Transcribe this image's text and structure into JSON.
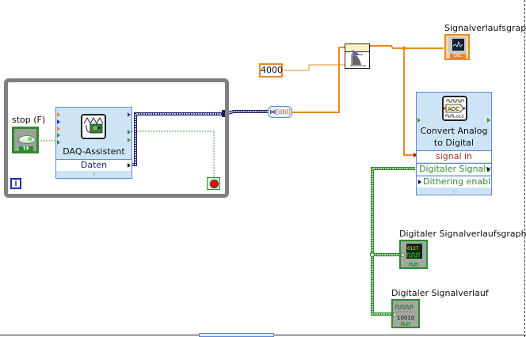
{
  "diagram": {
    "type": "LabVIEW block diagram",
    "while_loop": {
      "iteration_terminal": "i",
      "stop_terminal": "stop-condition"
    },
    "nodes": {
      "stop_control": {
        "label": "stop (F)",
        "type_badge": "TF"
      },
      "daq_assistant": {
        "title": "DAQ-Assistent",
        "output_row": "Daten"
      },
      "constant_4000": {
        "value": "4000"
      },
      "convert_dynamic": {
        "glyph": "≻⪪[dbl]"
      },
      "threshold_peak": {
        "kind": "express-analysis-icon"
      },
      "signal_graph": {
        "label": "Signalverlaufsgraph",
        "type_badge": "DBL"
      },
      "convert_a2d": {
        "title_line1": "Convert Analog",
        "title_line2": "to Digital",
        "icon_text": "ADC",
        "icon_bits": "010",
        "rows": [
          "signal in",
          "Digitaler Signalv",
          "Dithering enable"
        ]
      },
      "digital_graph": {
        "label": "Digitaler Signalverlaufsgraph",
        "icon_digits": "0127"
      },
      "digital_waveform": {
        "label": "Digitaler Signalverlauf",
        "icon_bits": "10010"
      }
    },
    "colors": {
      "dynamic_wire": "#1a1f6e",
      "double_wire": "#e8891f",
      "digital_wire": "#2e8b2e",
      "boolean_wire": "#2e8b2e",
      "express_bg": "#cde4f7",
      "loop_border": "#808080"
    }
  }
}
